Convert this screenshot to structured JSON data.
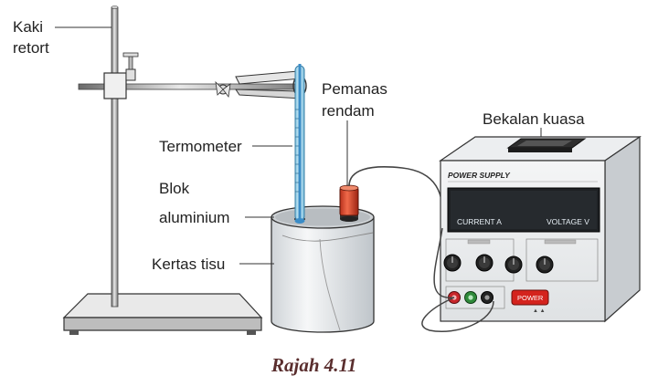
{
  "labels": {
    "kaki_retort_line1": "Kaki",
    "kaki_retort_line2": "retort",
    "termometer": "Termometer",
    "blok_line1": "Blok",
    "blok_line2": "aluminium",
    "kertas_tisu": "Kertas tisu",
    "pemanas_line1": "Pemanas",
    "pemanas_line2": "rendam",
    "bekalan_kuasa": "Bekalan kuasa"
  },
  "power_supply": {
    "title": "POWER SUPPLY",
    "current": "CURRENT A",
    "voltage": "VOLTAGE V",
    "power_button": "POWER"
  },
  "caption": "Rajah 4.11"
}
